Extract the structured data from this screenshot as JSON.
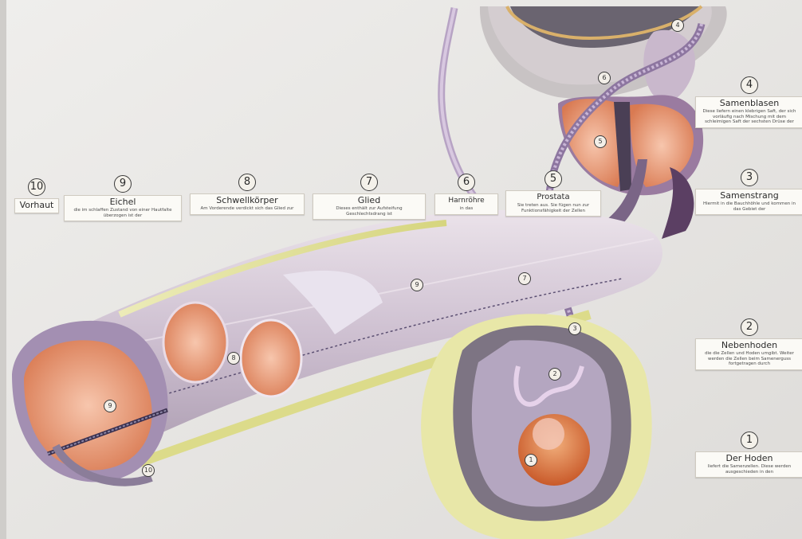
{
  "labels": [
    {
      "num": "10",
      "title": "Vorhaut",
      "desc": ""
    },
    {
      "num": "9",
      "title": "Eichel",
      "desc": "die im schlaffen Zustand von einer Hautfalte überzogen ist der"
    },
    {
      "num": "8",
      "title": "Schwellkörper",
      "desc": "Am Vorderende verdickt sich das Glied zur"
    },
    {
      "num": "7",
      "title": "Glied",
      "desc": "Dieses enthält zur Aufsteifung Geschlechtsdrang ist"
    },
    {
      "num": "6",
      "title": "Harnröhre",
      "desc": "in das"
    },
    {
      "num": "5",
      "title": "Prostata",
      "desc": "Sie treten aus. Sie fügen nun zur Funktionsfähigkeit der Zellen"
    },
    {
      "num": "4",
      "title": "Samenblasen",
      "desc": "Diese liefern einen klebrigen Saft, der sich vorläufig nach Mischung mit dem schleimigen Saft der sechsten Drüse der"
    },
    {
      "num": "3",
      "title": "Samenstrang",
      "desc": "Hiermit in die Bauchhöhle und kommen in das Gebiet der"
    },
    {
      "num": "2",
      "title": "Nebenhoden",
      "desc": "die die Zellen und Hoden umgibt. Weiter werden die Zellen beim Samenerguss fortgetragen durch"
    },
    {
      "num": "1",
      "title": "Der Hoden",
      "desc": "liefert die Samenzellen. Diese werden ausgeschieden in den"
    }
  ],
  "pins": [
    "9",
    "7",
    "8",
    "9",
    "5",
    "1",
    "2",
    "3",
    "4",
    "6",
    "10"
  ]
}
